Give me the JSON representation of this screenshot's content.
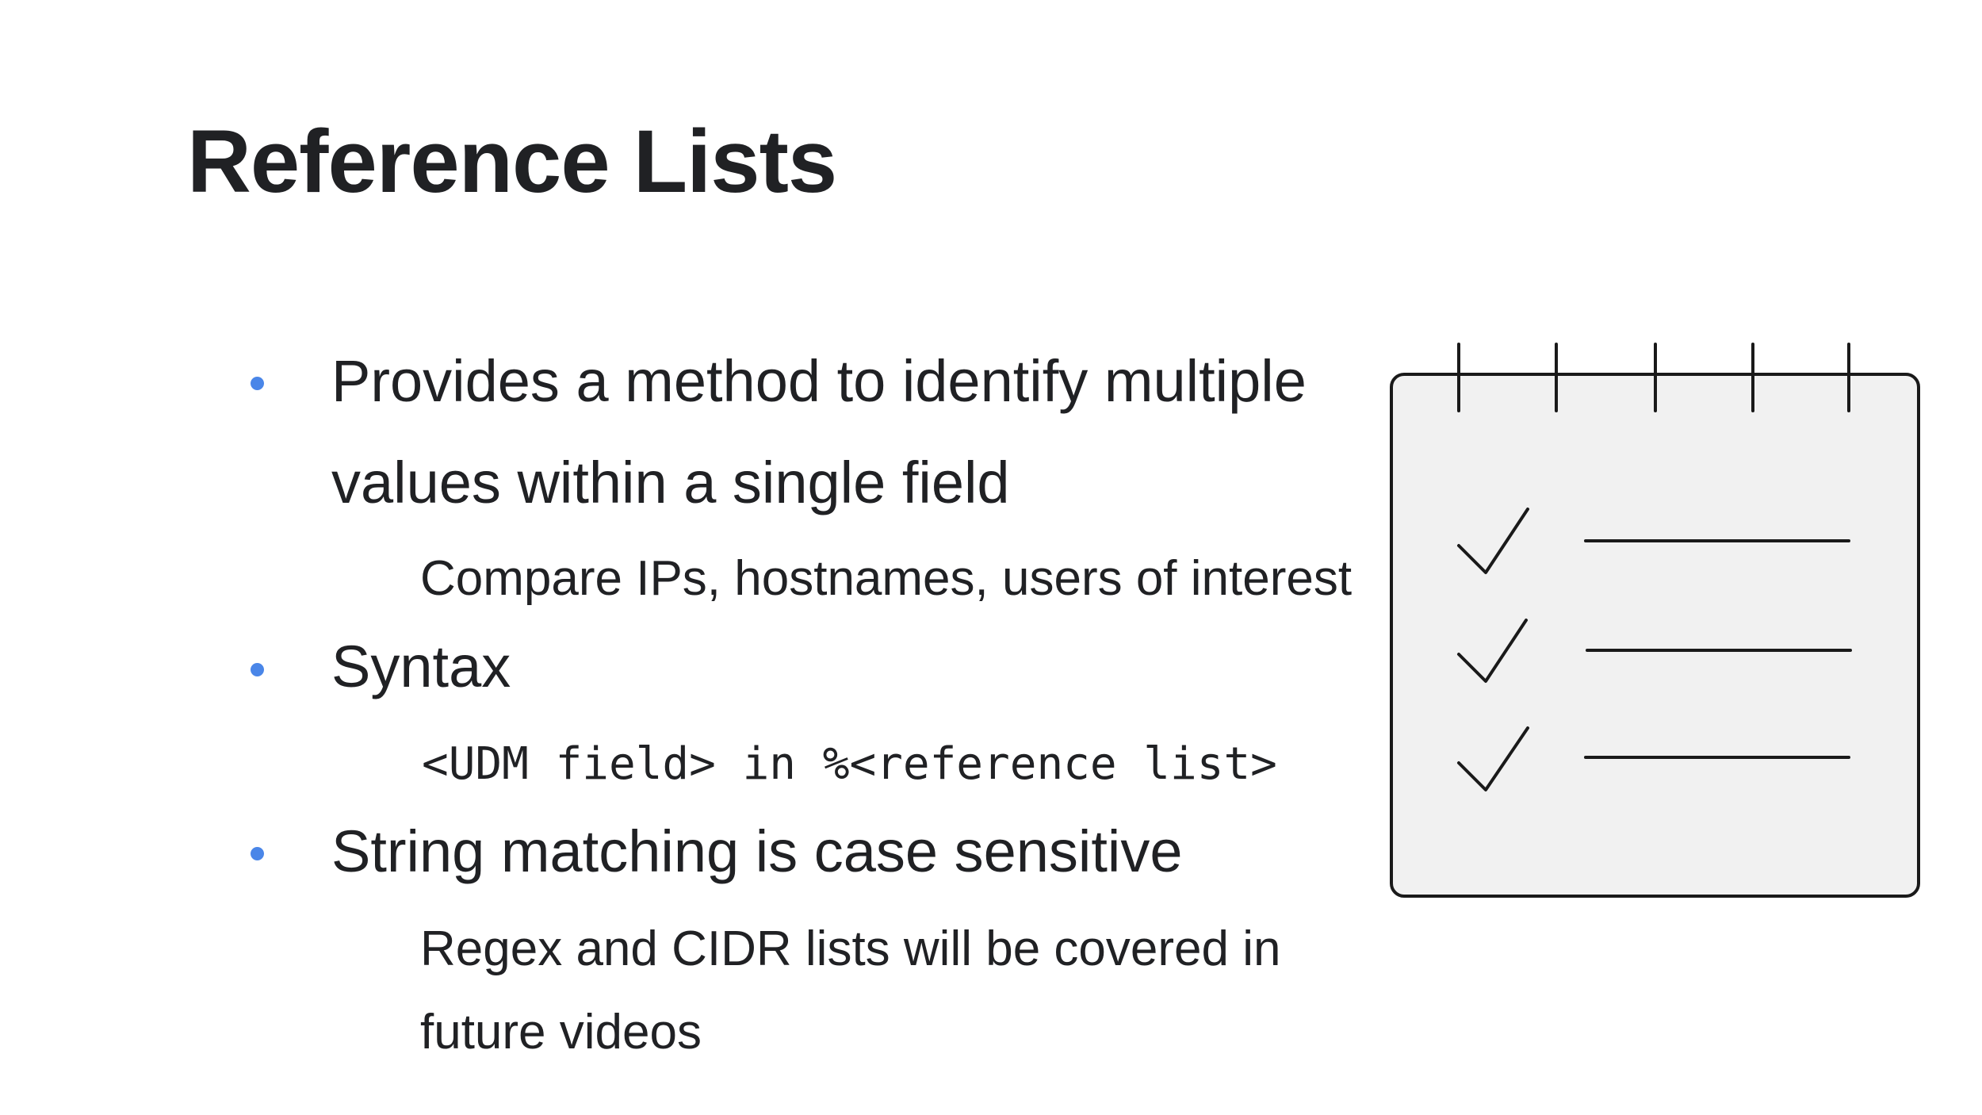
{
  "slide": {
    "title": "Reference Lists"
  },
  "bullets": [
    {
      "lines": [
        "Provides a method to identify multiple",
        "values within a single field"
      ],
      "sub": [
        "Compare IPs, hostnames, users of interest"
      ]
    },
    {
      "lines": [
        "Syntax"
      ],
      "code": "<UDM field> in %<reference list>"
    },
    {
      "lines": [
        "String matching is case sensitive"
      ],
      "sub": [
        "Regex and CIDR lists will be covered in",
        "future videos"
      ]
    }
  ],
  "illustration": {
    "icon": "checklist-notepad-icon",
    "checked_items": 3
  },
  "colors": {
    "bullet": "#4a86e8",
    "text": "#202124",
    "notepad_fill": "#f1f1f1",
    "notepad_stroke": "#1a1a1a"
  }
}
